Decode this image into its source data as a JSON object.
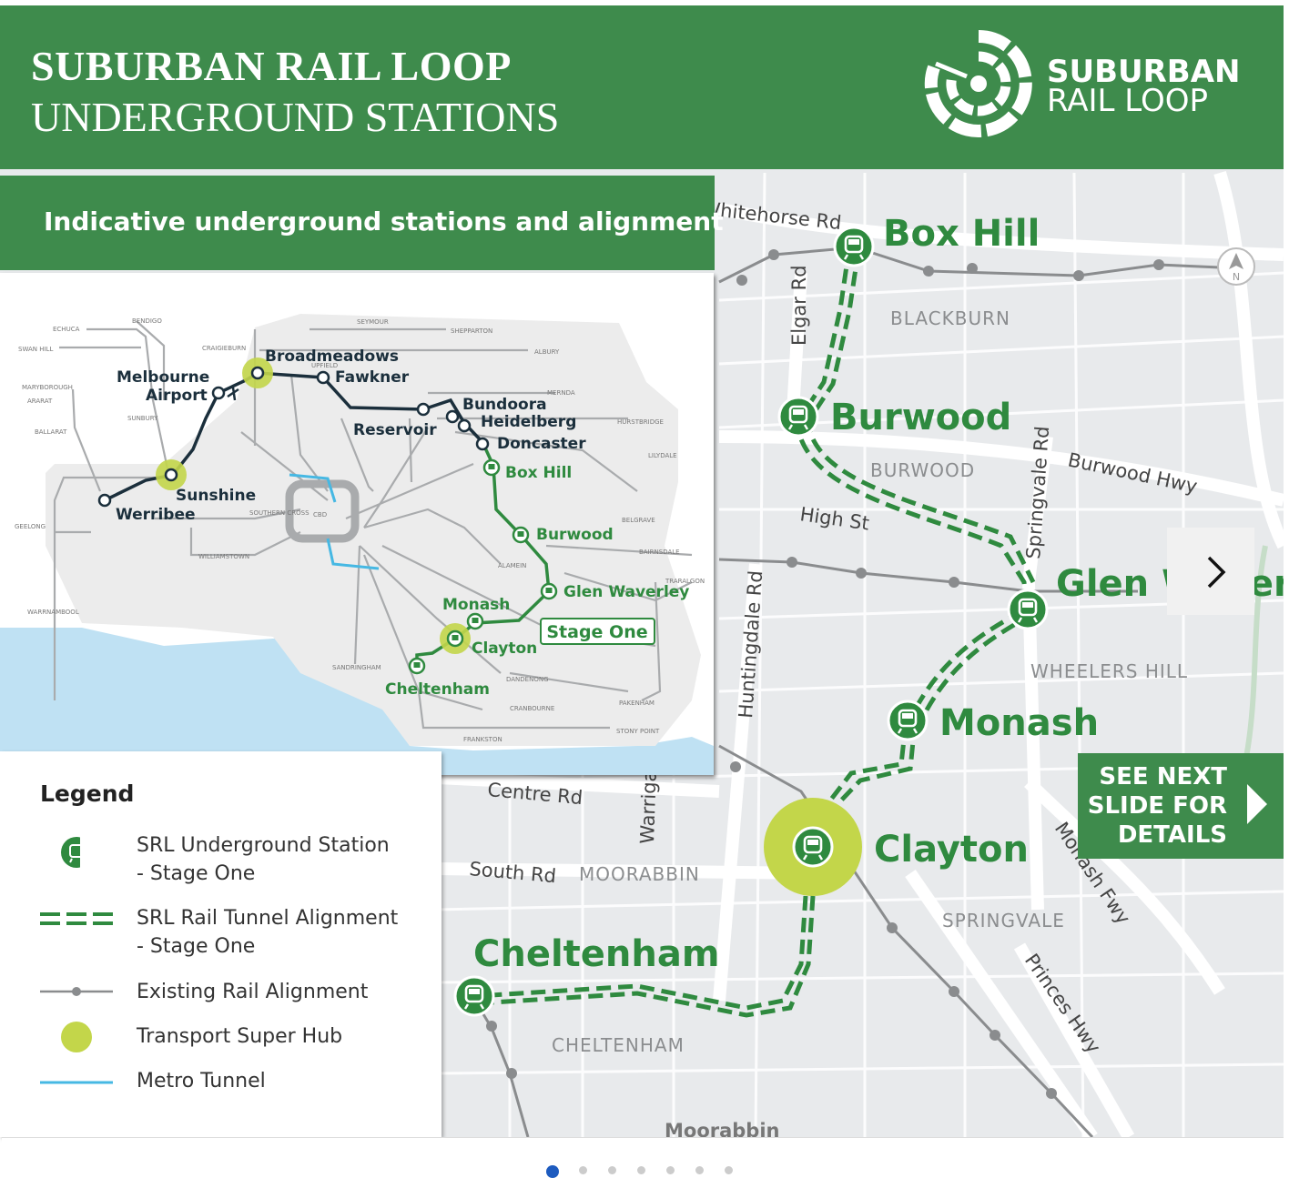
{
  "header": {
    "title_line1": "SUBURBAN RAIL LOOP",
    "title_line2": "UNDERGROUND STATIONS",
    "logo_line1": "SUBURBAN",
    "logo_line2": "RAIL LOOP",
    "logo_icon": "srl-logo-icon"
  },
  "subtitle": "Indicative underground stations and alignment",
  "colors": {
    "brand_green": "#3e8b4c",
    "station_green": "#2f8a3f",
    "super_hub": "#c3d64a",
    "metro_tunnel": "#46b8e3",
    "existing_rail": "#8a8c8e",
    "network_navy": "#1b2f3c"
  },
  "main_map": {
    "stations": [
      "Box Hill",
      "Burwood",
      "Glen Waverley",
      "Monash",
      "Clayton",
      "Cheltenham"
    ],
    "suburbs": [
      "BLACKBURN",
      "BURWOOD",
      "WHEELERS HILL",
      "MOORABBIN",
      "SPRINGVALE",
      "CHELTENHAM"
    ],
    "roads": [
      "Whitehorse Rd",
      "Elgar Rd",
      "Burwood Hwy",
      "High St",
      "Springvale Rd",
      "Huntingdale Rd",
      "Centre Rd",
      "South Rd",
      "Warrigal",
      "Monash Fwy",
      "Princes Hwy",
      "Moorabbin"
    ],
    "compass": "N"
  },
  "inset_map": {
    "stations_green": [
      "Box Hill",
      "Burwood",
      "Glen Waverley",
      "Monash",
      "Clayton",
      "Cheltenham"
    ],
    "stations_navy": [
      "Broadmeadows",
      "Fawkner",
      "Melbourne Airport",
      "Reservoir",
      "Bundoora",
      "Heidelberg",
      "Doncaster",
      "Sunshine",
      "Werribee"
    ],
    "stage_label": "Stage One",
    "small_labels": [
      "ECHUCA",
      "BENDIGO",
      "SEYMOUR",
      "SHEPPARTON",
      "SWAN HILL",
      "CRAIGIEBURN",
      "ALBURY",
      "UPFIELD",
      "MARYBOROUGH",
      "ARARAT",
      "MERNDA",
      "HURSTBRIDGE",
      "SUNBURY",
      "BALLARAT",
      "LILYDALE",
      "SOUTHERN CROSS",
      "CBD",
      "BELGRAVE",
      "GEELONG",
      "WILLIAMSTOWN",
      "ALAMEIN",
      "BAIRNSDALE",
      "TRARALGON",
      "WARRNAMBOOL",
      "SANDRINGHAM",
      "DANDENONG",
      "PAKENHAM",
      "CRANBOURNE",
      "FRANKSTON",
      "STONY POINT"
    ]
  },
  "legend": {
    "title": "Legend",
    "items": [
      {
        "line1": "SRL Underground Station",
        "line2": "- Stage One",
        "symbol": "station-icon"
      },
      {
        "line1": "SRL Rail Tunnel Alignment",
        "line2": "- Stage One",
        "symbol": "tunnel-dashes"
      },
      {
        "line1": "Existing Rail Alignment",
        "line2": "",
        "symbol": "rail-line"
      },
      {
        "line1": "Transport Super Hub",
        "line2": "",
        "symbol": "super-hub-dot"
      },
      {
        "line1": "Metro Tunnel",
        "line2": "",
        "symbol": "metro-line"
      }
    ]
  },
  "see_next": {
    "line1": "SEE NEXT",
    "line2": "SLIDE FOR",
    "line3": "DETAILS"
  },
  "carousel": {
    "active_index": 0,
    "count": 7
  }
}
